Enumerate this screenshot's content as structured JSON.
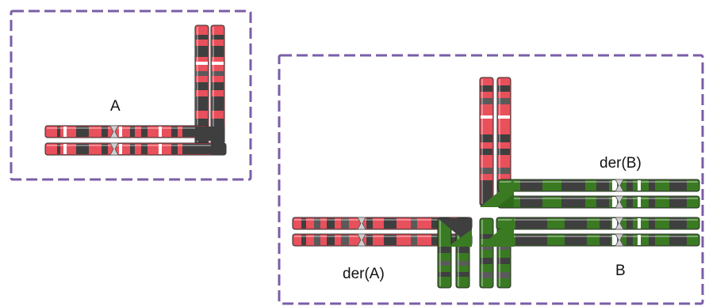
{
  "labels": {
    "chromosome_a": "A",
    "chromosome_b": "B",
    "derivative_a": "der(A)",
    "derivative_b": "der(B)"
  },
  "colors": {
    "chromosome_a": "#e8505b",
    "chromosome_b": "#3a7a22",
    "band_dark": "#3f3f3f",
    "band_mid": "#5a5a5a",
    "frame_dash": "#7a5ea8",
    "centromere": "#cfcfcf"
  }
}
